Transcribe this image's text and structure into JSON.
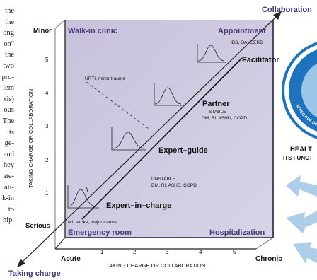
{
  "side_text_lines": [
    "the",
    "the",
    "ong",
    "on\"",
    "the",
    "two",
    "pro-",
    "lem",
    "xis)",
    "ous",
    "The",
    "its",
    "ge-",
    "and",
    "hey",
    "ate-",
    "ali-",
    "k-in",
    "to",
    "hip."
  ],
  "diagram": {
    "quadrants": {
      "top_left": "Walk-in clinic",
      "top_right": "Appointment",
      "bottom_left": "Emergency room",
      "bottom_right": "Hospitalization"
    },
    "y_axis": {
      "title": "TAKING CHARGE OR COLLABORATION",
      "top_label": "Minor",
      "bottom_label": "Serious",
      "ticks": [
        "1",
        "2",
        "3",
        "4",
        "5"
      ]
    },
    "x_axis": {
      "title": "TAKING CHARGE OR COLLABORATION",
      "left_label": "Acute",
      "right_label": "Chronic",
      "ticks": [
        "1",
        "2",
        "3",
        "4",
        "5"
      ]
    },
    "corner_labels": {
      "bottom_left": "Taking charge",
      "top_right": "Collaboration"
    },
    "roles": {
      "facilitator": "Facilitator",
      "partner": "Partner",
      "expert_guide": "Expert–guide",
      "expert_in_charge": "Expert–in–charge"
    },
    "annotations": {
      "top_right_conditions": "IBS, OA, GERD",
      "urti": "URTI, minor trauma",
      "stable_title": "STABLE",
      "stable_conditions": "DM, RI, ASHD, COPD",
      "unstable_title": "UNSTABLE",
      "unstable_conditions": "DM, RI, ASHD, COPD",
      "bottom_left_conditions": "MI, stroke, major trauma"
    },
    "right_panel": {
      "title_line1": "HEALT",
      "title_line2": "ITS FUNCT",
      "ring_text": "AFFECTIVE DIME"
    },
    "colors": {
      "panel_fill": "#ccc6de",
      "panel_edge": "#5a4f80",
      "quadrant_text": "#4a3a7a",
      "corner_text": "#3d3a7a",
      "ring_blue": "#1e73be",
      "ring_light": "#9bc6e8",
      "arrow_blue": "#aecde9"
    }
  }
}
